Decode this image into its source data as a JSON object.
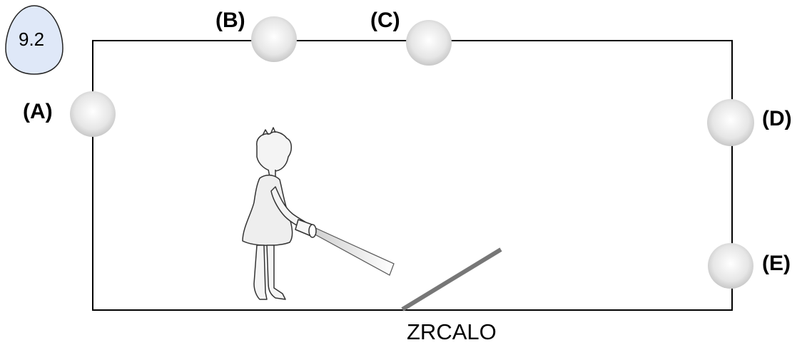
{
  "badge": {
    "text": "9.2",
    "fill": "#dfe8f8"
  },
  "room": {
    "stroke": "#000000"
  },
  "lamps": [
    {
      "id": "A",
      "label": "(A)"
    },
    {
      "id": "B",
      "label": "(B)"
    },
    {
      "id": "C",
      "label": "(C)"
    },
    {
      "id": "D",
      "label": "(D)"
    },
    {
      "id": "E",
      "label": "(E)"
    }
  ],
  "mirror": {
    "label": "ZRCALO",
    "color": "#777777"
  },
  "figure": {
    "icon": "girl-with-flashlight"
  }
}
